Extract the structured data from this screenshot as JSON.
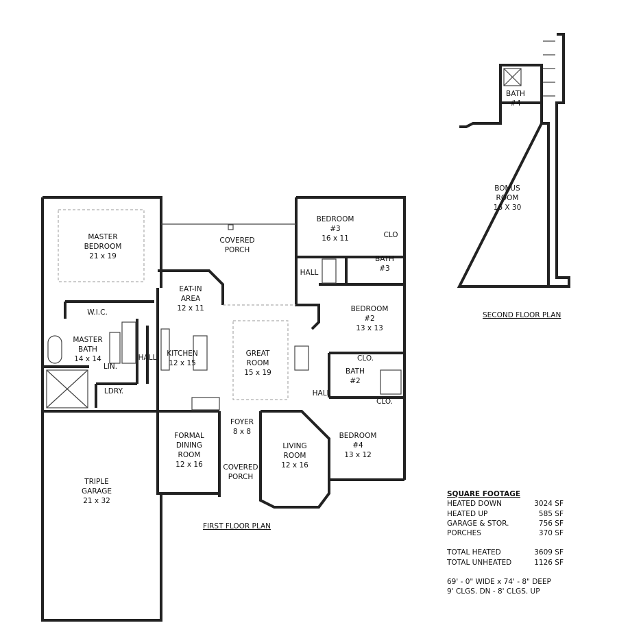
{
  "first_floor": {
    "title": "FIRST FLOOR PLAN",
    "rooms": {
      "master_bedroom": {
        "name": "MASTER\nBEDROOM",
        "size": "21 x 19"
      },
      "covered_porch_rear": {
        "name": "COVERED\nPORCH"
      },
      "eat_in_area": {
        "name": "EAT-IN\nAREA",
        "size": "12 x 11"
      },
      "wic": {
        "name": "W.I.C."
      },
      "master_bath": {
        "name": "MASTER\nBATH",
        "size": "14 x 14"
      },
      "lin": {
        "name": "LIN."
      },
      "ldry": {
        "name": "LDRY."
      },
      "hall_left": {
        "name": "HALL"
      },
      "kitchen": {
        "name": "KITCHEN",
        "size": "12 x 15"
      },
      "great_room": {
        "name": "GREAT\nROOM",
        "size": "15 x 19"
      },
      "bedroom3": {
        "name": "BEDROOM\n#3",
        "size": "16 x 11"
      },
      "clo3": {
        "name": "CLO"
      },
      "bath3": {
        "name": "BATH\n#3"
      },
      "hall_right_top": {
        "name": "HALL"
      },
      "bedroom2": {
        "name": "BEDROOM\n#2",
        "size": "13 x 13"
      },
      "clo2": {
        "name": "CLO."
      },
      "bath2": {
        "name": "BATH\n#2"
      },
      "hall_right_bottom": {
        "name": "HALL"
      },
      "clo4": {
        "name": "CLO."
      },
      "bedroom4": {
        "name": "BEDROOM\n#4",
        "size": "13 x 12"
      },
      "foyer": {
        "name": "FOYER",
        "size": "8 x 8"
      },
      "formal_dining": {
        "name": "FORMAL\nDINING\nROOM",
        "size": "12 x 16"
      },
      "living_room": {
        "name": "LIVING\nROOM",
        "size": "12 x 16"
      },
      "covered_porch_front": {
        "name": "COVERED\nPORCH"
      },
      "triple_garage": {
        "name": "TRIPLE\nGARAGE",
        "size": "21 x 32"
      }
    }
  },
  "second_floor": {
    "title": "SECOND FLOOR PLAN",
    "rooms": {
      "bath4": {
        "name": "BATH\n#4"
      },
      "bonus_room": {
        "name": "BONUS\nROOM",
        "size": "16 X 30"
      }
    }
  },
  "square_footage": {
    "heading": "SQUARE FOOTAGE",
    "rows": [
      {
        "label": "HEATED DOWN",
        "value": "3024 SF"
      },
      {
        "label": "HEATED UP",
        "value": "585 SF"
      },
      {
        "label": "GARAGE & STOR.",
        "value": "756 SF"
      },
      {
        "label": "PORCHES",
        "value": "370 SF"
      }
    ],
    "totals": [
      {
        "label": "TOTAL HEATED",
        "value": "3609 SF"
      },
      {
        "label": "TOTAL UNHEATED",
        "value": "1126 SF"
      }
    ],
    "dimensions": "69' - 0\" WIDE x 74' - 8\" DEEP",
    "ceilings": "9' CLGS. DN - 8' CLGS. UP"
  }
}
